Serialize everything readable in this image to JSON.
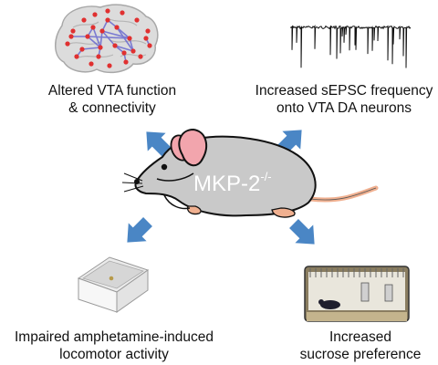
{
  "mouse": {
    "label": "MKP-2",
    "superscript": "-/-"
  },
  "outcomes": {
    "top_left": {
      "lines": [
        "Altered VTA function",
        "& connectivity"
      ],
      "icon": "brain-network-icon"
    },
    "top_right": {
      "lines": [
        "Increased sEPSC frequency",
        "onto VTA DA neurons"
      ],
      "icon": "electrophysiology-trace-icon"
    },
    "bottom_left": {
      "lines": [
        "Impaired amphetamine-induced",
        "locomotor activity"
      ],
      "icon": "open-field-box-icon"
    },
    "bottom_right": {
      "lines": [
        "Increased",
        "sucrose preference"
      ],
      "icon": "home-cage-icon"
    }
  },
  "colors": {
    "arrow": "#4a86c5",
    "mouse_body": "#c9c9c9",
    "ear": "#f2a5ad",
    "tail": "#f0b090",
    "nodes": "#e03030",
    "edges": "#6a6ad0"
  }
}
